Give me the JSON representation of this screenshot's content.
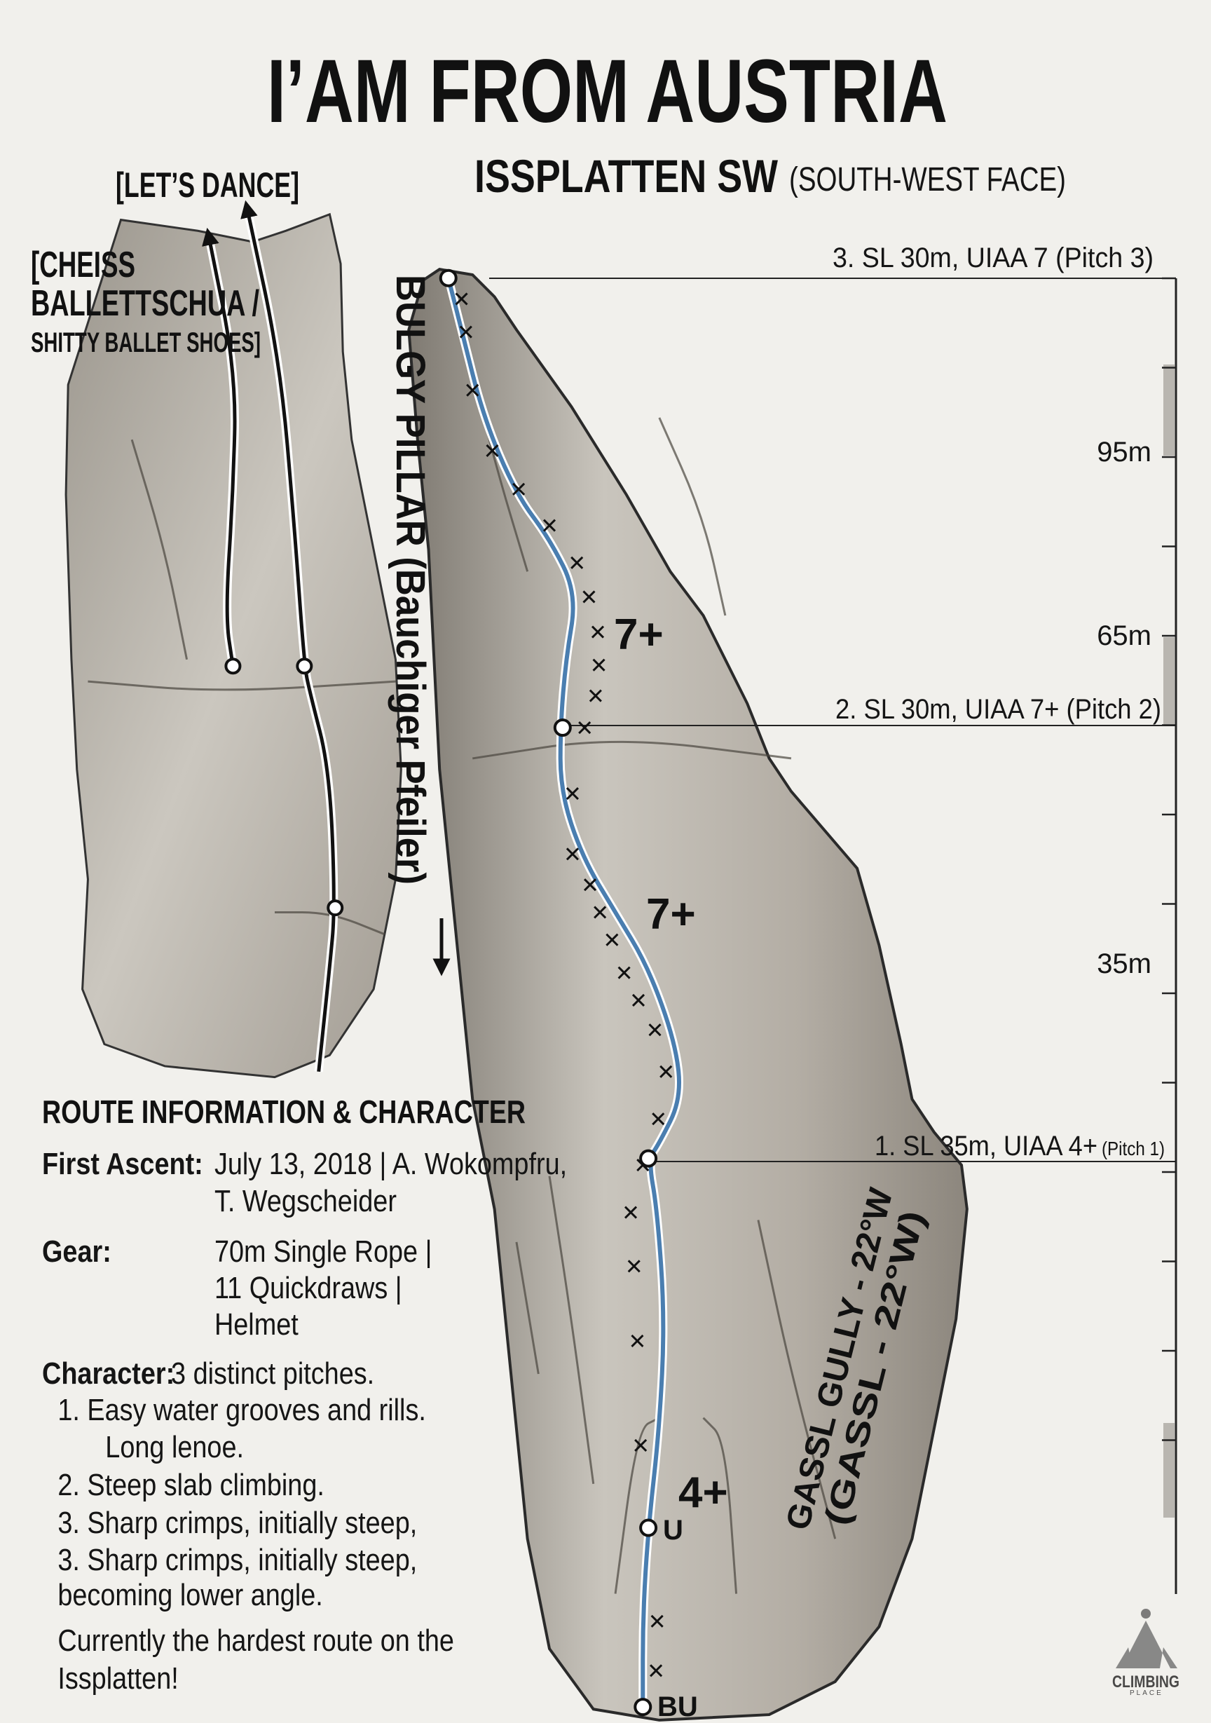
{
  "title": "I’AM FROM AUSTRIA",
  "subtitle": {
    "main": "ISSPLATTEN SW",
    "aside": "(SOUTH-WEST FACE)"
  },
  "neighbor_routes": {
    "lets_dance": "[LET’S DANCE]",
    "cheiss_line1": "[CHEISS",
    "cheiss_line2": "BALLETTSCHUA /",
    "cheiss_line3": "SHITTY BALLET SHOES]"
  },
  "feature_labels": {
    "bulgy_pillar": "BULGY PILLAR (Bauchiger Pfeiler)",
    "gully_line1": "GASSL GULLY - 22°W",
    "gully_line2": "(GASSL - 22°W)"
  },
  "pitches": [
    {
      "label": "3. SL 30m, UIAA 7 (Pitch 3)",
      "grade": "7+"
    },
    {
      "label": "2. SL 30m, UIAA 7+ (Pitch 2)",
      "grade": "7+"
    },
    {
      "label": "1. SL 35m, UIAA 4+",
      "label_small": "(Pitch 1)",
      "grade": "4+"
    }
  ],
  "stations": {
    "upper": "U",
    "base": "BU"
  },
  "scale_labels": [
    "95m",
    "65m",
    "35m"
  ],
  "route_info": {
    "heading": "ROUTE INFORMATION & CHARACTER",
    "first_ascent_label": "First Ascent:",
    "first_ascent_line1": "July 13, 2018 | A. Wokompfru,",
    "first_ascent_line2": "T. Wegscheider",
    "gear_label": "Gear:",
    "gear_line1": "70m Single Rope |",
    "gear_line2": "11 Quickdraws |",
    "gear_line3": "Helmet",
    "character_label": "Character:",
    "character_value": "3 distinct pitches.",
    "items": [
      "1. Easy water grooves and rills.",
      "Long lenoe.",
      "2. Steep slab climbing.",
      "3. Sharp crimps, initially steep,",
      "3. Sharp crimps, initially steep,",
      "becoming lower angle."
    ],
    "closing_line1": "Currently the hardest route on the",
    "closing_line2": "Issplatten!"
  },
  "logo": {
    "name": "CLIMBING",
    "tag": "PLACE"
  },
  "colors": {
    "route": "#4a7eb0",
    "rock_light": "#cfcbc3",
    "rock_dark": "#8a857c",
    "ink": "#111111",
    "paper": "#f1f0ec"
  }
}
